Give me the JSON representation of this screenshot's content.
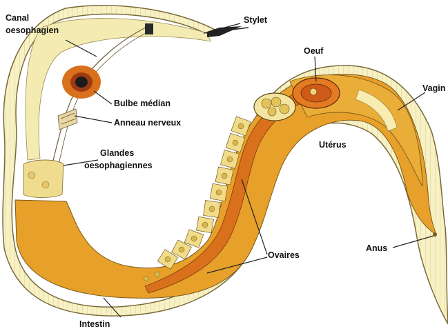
{
  "diagram": {
    "labels": {
      "canal_line1": "Canal",
      "canal_line2": "oesophagien",
      "stylet": "Stylet",
      "bulbe": "Bulbe médian",
      "anneau": "Anneau nerveux",
      "glandes_line1": "Glandes",
      "glandes_line2": "oesophagiennes",
      "oeuf": "Oeuf",
      "vagin": "Vagin",
      "uterus": "Utérus",
      "anus": "Anus",
      "ovaires": "Ovaires",
      "intestin": "Intestin"
    },
    "colors": {
      "cuticle": "#f7f1c4",
      "cuticle_outline": "#7a6a3a",
      "intestine": "#e7a02a",
      "ovary_tube": "#d9701c",
      "uterus": "#e9ad38",
      "egg": "#e47a22",
      "bulb": "#d9701c"
    }
  }
}
